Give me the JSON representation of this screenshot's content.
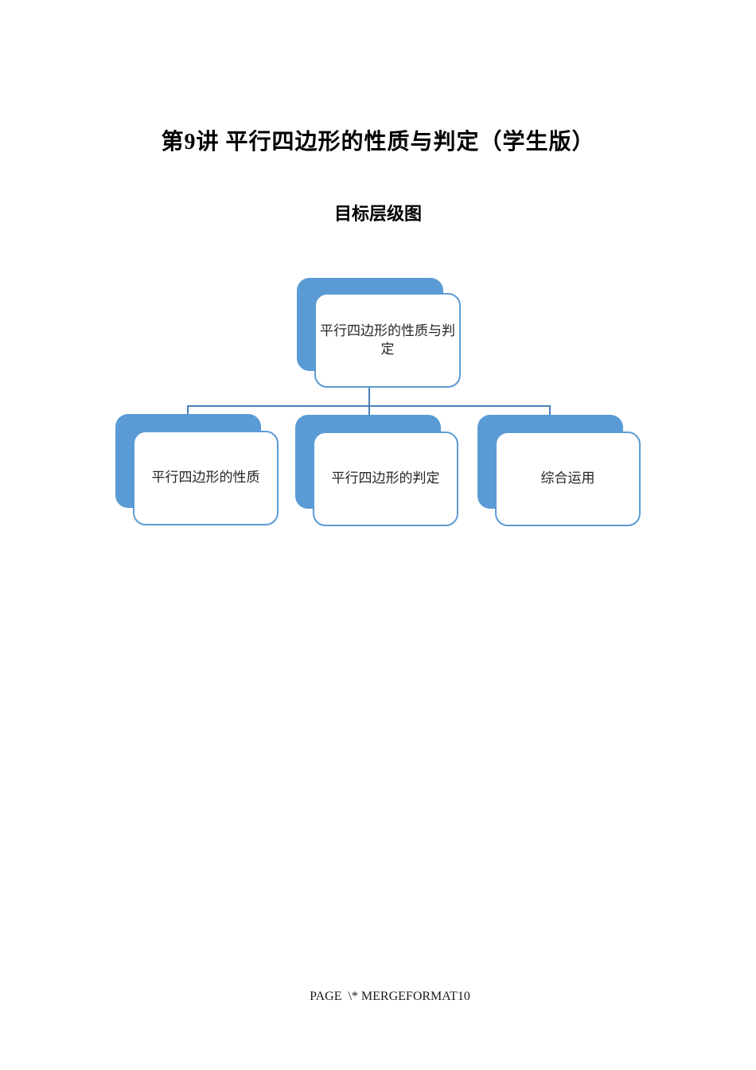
{
  "document": {
    "title": "第9讲 平行四边形的性质与判定（学生版）",
    "section_heading": "目标层级图",
    "footer_field": "PAGE  \\* MERGEFORMAT10"
  },
  "diagram": {
    "root": {
      "label": "平行四边形的性质与判定"
    },
    "children": [
      {
        "label": "平行四边形的性质"
      },
      {
        "label": "平行四边形的判定"
      },
      {
        "label": "综合运用"
      }
    ]
  },
  "colors": {
    "shape_fill": "#5b9bd5",
    "shape_border": "#5b9bd5",
    "connector_line": "#4a7ebb",
    "node_text": "#262626",
    "page_background": "#ffffff"
  }
}
